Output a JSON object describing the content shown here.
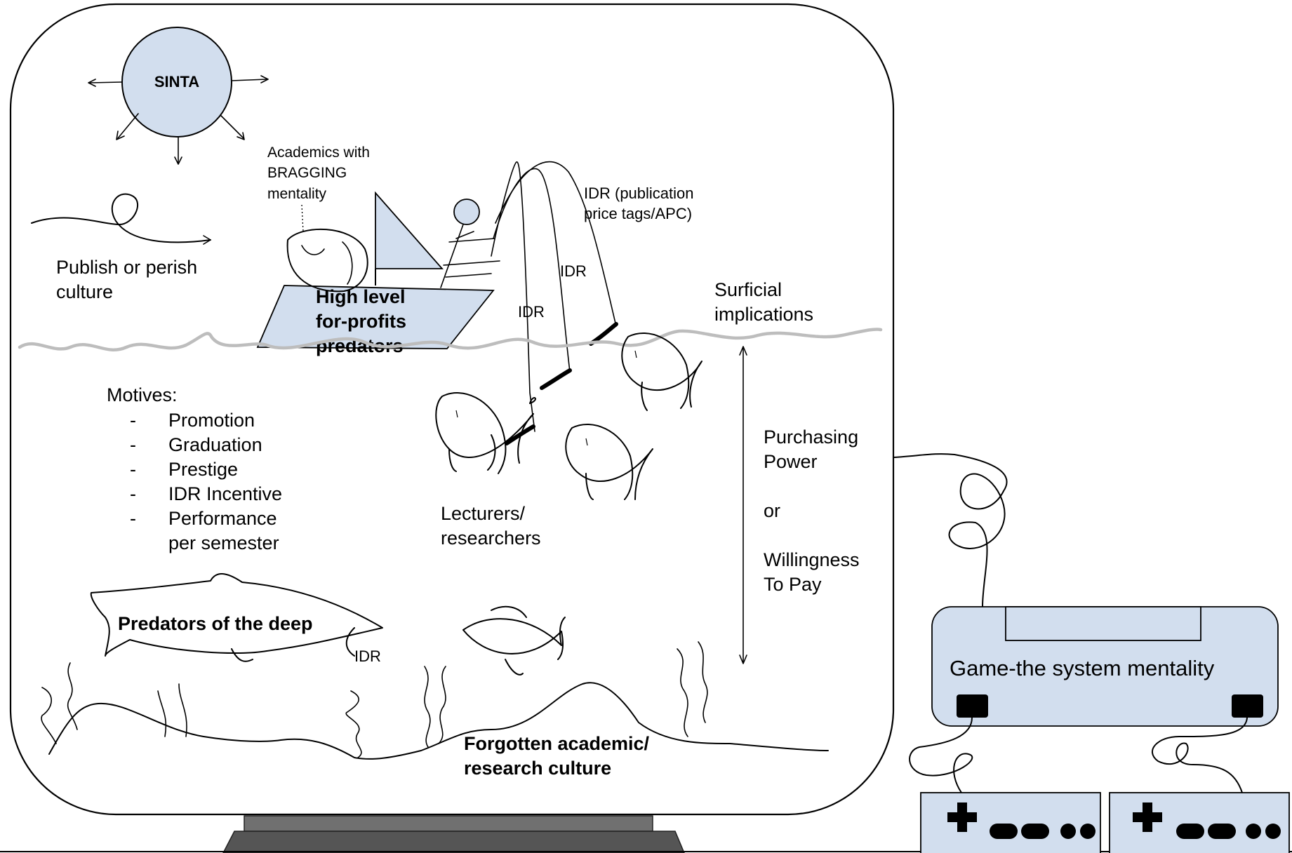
{
  "colors": {
    "fill_blue": "#d2deee",
    "water_line": "#bdbdbd",
    "stand_gray": "#6e6e6e",
    "ink": "#000000"
  },
  "labels": {
    "sinta": "SINTA",
    "academics": [
      "Academics with",
      "BRAGGING",
      "mentality"
    ],
    "publish": [
      "Publish or perish",
      "culture"
    ],
    "boat": [
      "High level",
      "for-profits",
      "predators"
    ],
    "idr_price": [
      "IDR (publication",
      "price tags/APC)"
    ],
    "idr_short": "IDR",
    "surficial": [
      "Surficial",
      "implications"
    ],
    "motives_title": "Motives:",
    "motives": [
      {
        "dash": "-",
        "lines": [
          "Promotion"
        ]
      },
      {
        "dash": "-",
        "lines": [
          "Graduation"
        ]
      },
      {
        "dash": "-",
        "lines": [
          "Prestige"
        ]
      },
      {
        "dash": "-",
        "lines": [
          "IDR Incentive"
        ]
      },
      {
        "dash": "-",
        "lines": [
          "Performance",
          "per semester"
        ]
      }
    ],
    "lecturers": [
      "Lecturers/",
      "researchers"
    ],
    "purchasing": [
      "Purchasing",
      "Power",
      "",
      "or",
      "",
      "Willingness",
      "To Pay"
    ],
    "shark": "Predators of the deep",
    "forgotten": [
      "Forgotten academic/",
      "research culture"
    ],
    "console": "Game-the system mentality"
  }
}
